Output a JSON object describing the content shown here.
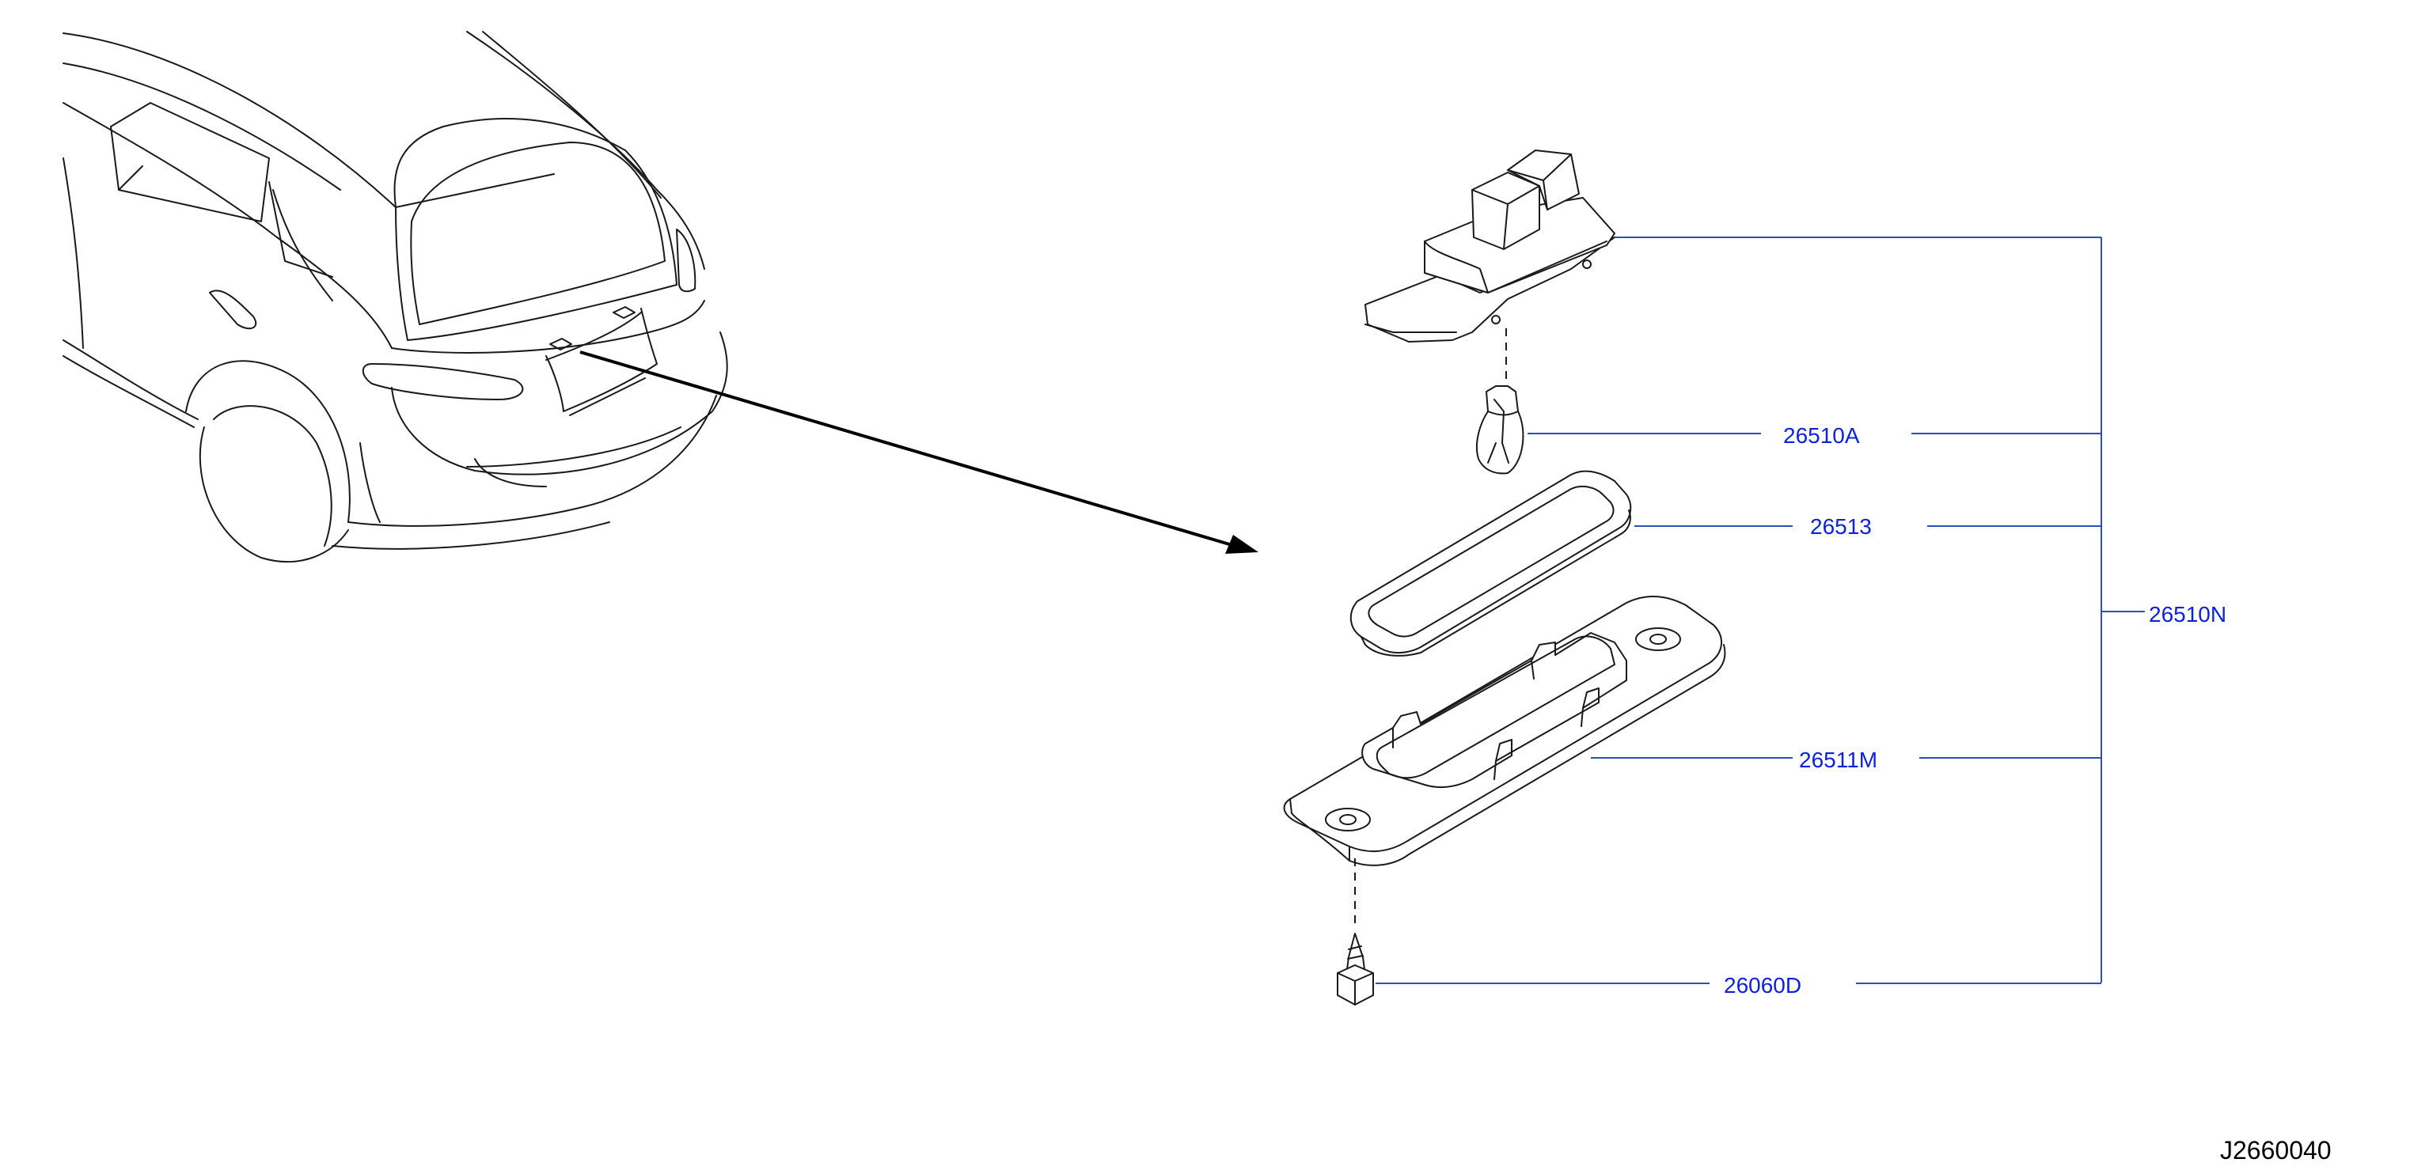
{
  "diagram": {
    "drawing_code": "J2660040",
    "parts": {
      "lamp_body": "26510A",
      "gasket": "26513",
      "assembly": "26510N",
      "housing": "26511M",
      "screw": "26060D"
    }
  },
  "colors": {
    "leader": "#2a4fbf",
    "label": "#0c22dd",
    "line_art": "#1a1a1a"
  }
}
